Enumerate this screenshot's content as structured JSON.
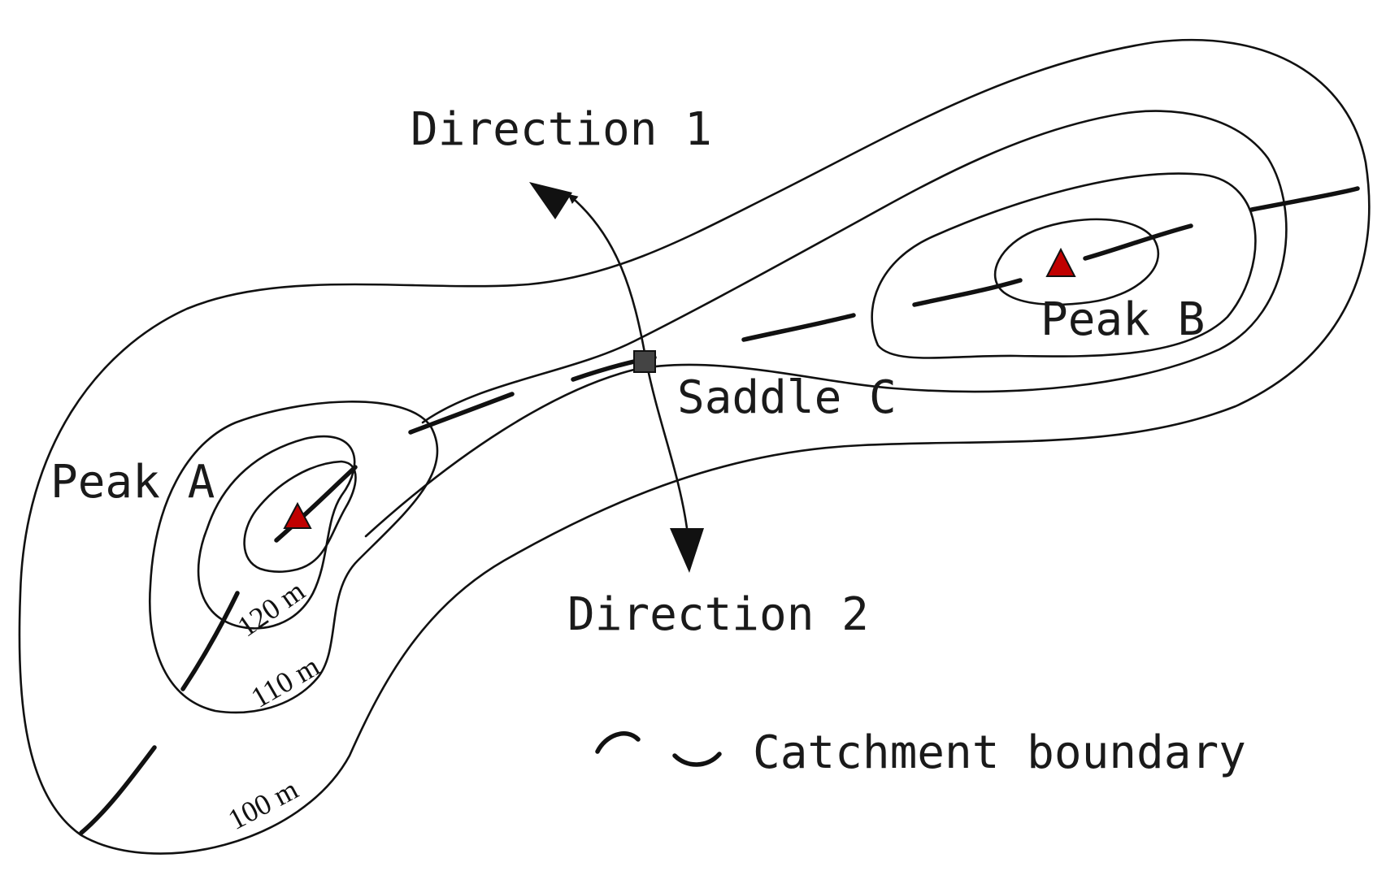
{
  "labels": {
    "direction_1": "Direction 1",
    "direction_2": "Direction 2",
    "saddle": "Saddle C",
    "peak_a": "Peak A",
    "peak_b": "Peak B",
    "legend_boundary": "Catchment boundary"
  },
  "contours": {
    "c100": "100 m",
    "c110": "110 m",
    "c120": "120 m"
  },
  "colors": {
    "peak_marker": "#c00000",
    "saddle_marker": "#444444",
    "line": "#111111"
  }
}
